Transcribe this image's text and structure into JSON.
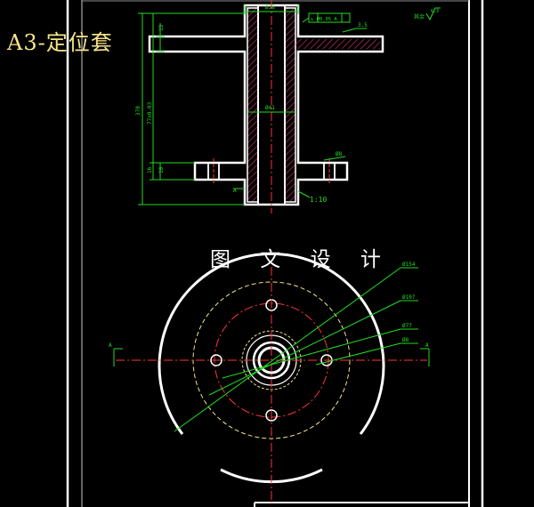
{
  "header": {
    "title": "A3-定位套"
  },
  "watermark": {
    "text": "图 文 设 计"
  },
  "roughness_note": {
    "label": "其余",
    "symbol": "6.3"
  },
  "front_view": {
    "dims": {
      "top_bore": "Ø38",
      "inner_bore": "Ø41",
      "total_height": "370",
      "height_minus": "77±0.03",
      "flange_top": "15",
      "flange_bottom": "16",
      "bottom_step": "10",
      "chamfer": "3.5",
      "hole": "Ø8",
      "taper": "1:10",
      "tolerance_frame": "⊥ Ø0.05 A"
    }
  },
  "top_view": {
    "diameters": [
      "Ø154",
      "Ø107",
      "Ø77",
      "Ø8"
    ],
    "section_label": "A"
  },
  "colors": {
    "outline": "#ffffff",
    "dimension": "#22dd22",
    "center": "#ff3333",
    "hidden": "#f5e58a",
    "hatch": "#cc3366"
  }
}
